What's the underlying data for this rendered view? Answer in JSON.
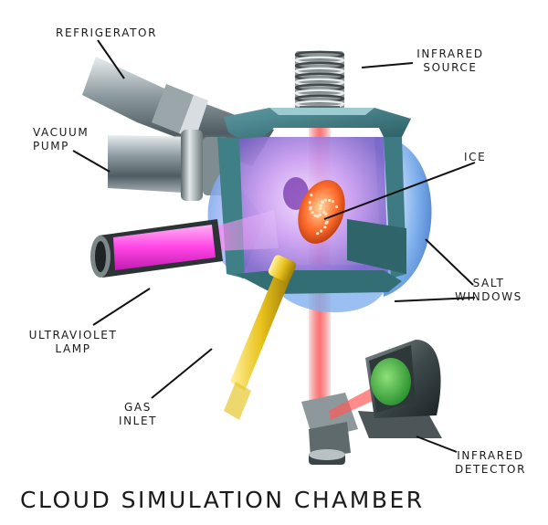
{
  "title": "CLOUD SIMULATION CHAMBER",
  "labels": {
    "refrigerator": "REFRIGERATOR",
    "vacuum_pump": [
      "VACUUM",
      "PUMP"
    ],
    "infrared_source": [
      "INFRARED",
      "SOURCE"
    ],
    "ice": "ICE",
    "salt_windows": [
      "SALT",
      "WINDOWS"
    ],
    "ultraviolet_lamp": [
      "ULTRAVIOLET",
      "LAMP"
    ],
    "gas_inlet": [
      "GAS",
      "INLET"
    ],
    "infrared_detector": [
      "INFRARED",
      "DETECTOR"
    ]
  },
  "colors": {
    "chamber_body": "#3f7f86",
    "window_blue": "#6aa3e8",
    "interior_violet": "#c89af0",
    "ir_beam": "#e23a3a",
    "uv_glow": "#ff44e6",
    "ice_orange": "#ff6a2a",
    "gas_tube_gold": "#e9c21c",
    "detector_green": "#27a52f"
  }
}
